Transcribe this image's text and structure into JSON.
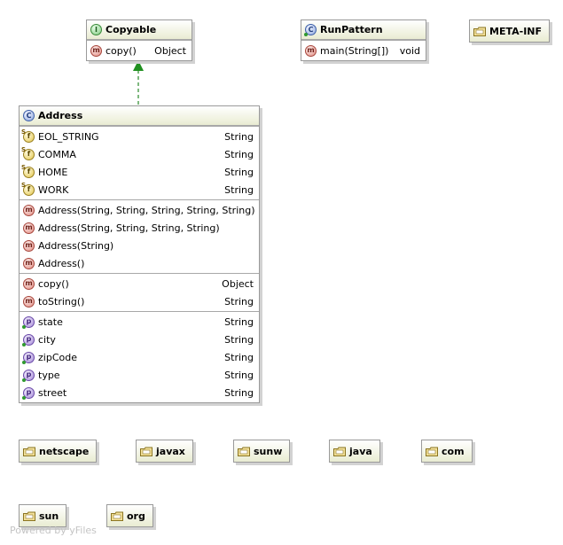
{
  "interfaces": [
    {
      "name": "Copyable",
      "icon": "interface-icon",
      "sections": [
        [
          {
            "kind": "method",
            "name": "copy()",
            "type": "Object"
          }
        ]
      ]
    }
  ],
  "classes": [
    {
      "name": "RunPattern",
      "icon": "class-icon",
      "sections": [
        [
          {
            "kind": "method",
            "name": "main(String[])",
            "type": "void"
          }
        ]
      ]
    },
    {
      "name": "Address",
      "icon": "class-icon",
      "sections": [
        [
          {
            "kind": "static-field",
            "name": "EOL_STRING",
            "type": "String"
          },
          {
            "kind": "static-field",
            "name": "COMMA",
            "type": "String"
          },
          {
            "kind": "static-field",
            "name": "HOME",
            "type": "String"
          },
          {
            "kind": "static-field",
            "name": "WORK",
            "type": "String"
          }
        ],
        [
          {
            "kind": "method",
            "name": "Address(String, String, String, String, String)",
            "type": ""
          },
          {
            "kind": "method",
            "name": "Address(String, String, String, String)",
            "type": ""
          },
          {
            "kind": "method",
            "name": "Address(String)",
            "type": ""
          },
          {
            "kind": "method",
            "name": "Address()",
            "type": ""
          }
        ],
        [
          {
            "kind": "method",
            "name": "copy()",
            "type": "Object"
          },
          {
            "kind": "method",
            "name": "toString()",
            "type": "String"
          }
        ],
        [
          {
            "kind": "property",
            "name": "state",
            "type": "String"
          },
          {
            "kind": "property",
            "name": "city",
            "type": "String"
          },
          {
            "kind": "property",
            "name": "zipCode",
            "type": "String"
          },
          {
            "kind": "property",
            "name": "type",
            "type": "String"
          },
          {
            "kind": "property",
            "name": "street",
            "type": "String"
          }
        ]
      ]
    }
  ],
  "packages": [
    "META-INF",
    "netscape",
    "javax",
    "sunw",
    "java",
    "com",
    "sun",
    "org"
  ],
  "relations": [
    {
      "from": "Address",
      "to": "Copyable",
      "kind": "realization",
      "color": "#2a8a2a"
    }
  ],
  "icon_glyphs": {
    "interface": "I",
    "class": "C",
    "method": "m",
    "field": "f",
    "property": "p"
  },
  "watermark": "Powered by yFiles"
}
